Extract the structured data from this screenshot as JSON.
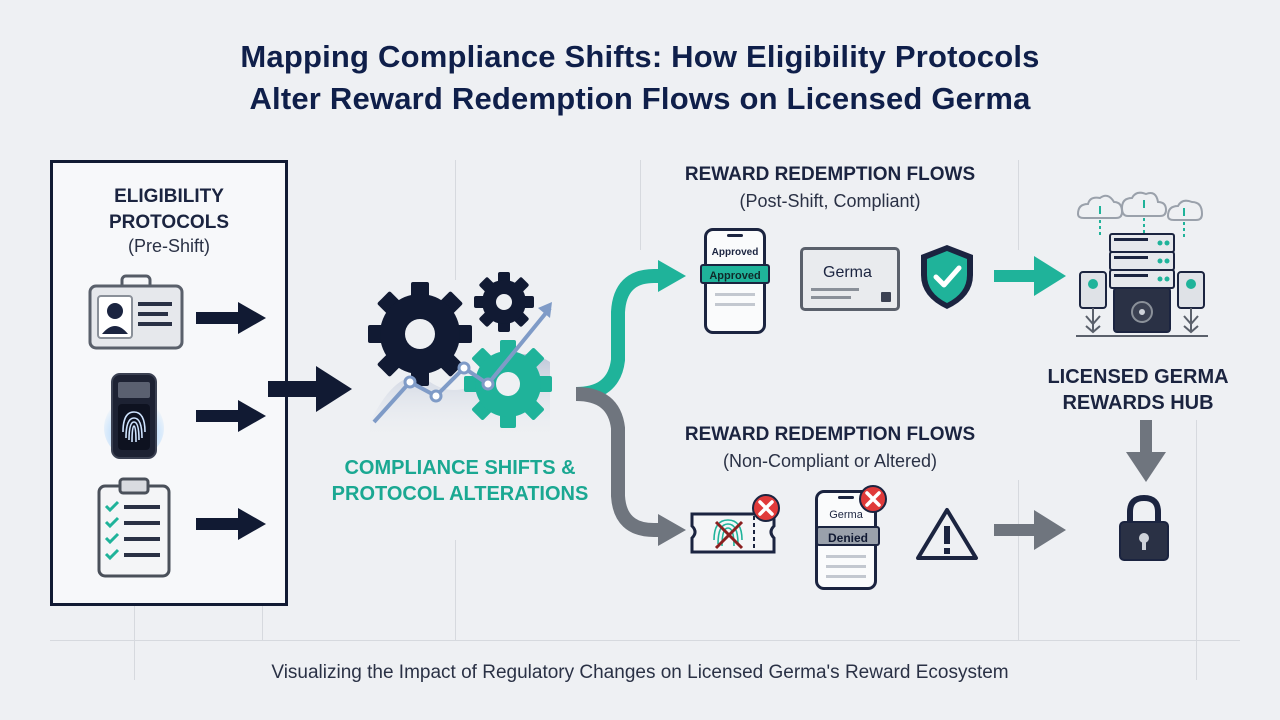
{
  "title": {
    "line1": "Mapping Compliance Shifts: How Eligibility Protocols",
    "line2": "Alter Reward Redemption Flows on Licensed Germa"
  },
  "eligibility": {
    "heading_line1": "ELIGIBILITY",
    "heading_line2": "PROTOCOLS",
    "subheading": "(Pre-Shift)",
    "icons": [
      "id-card-icon",
      "fingerprint-device-icon",
      "checklist-clipboard-icon"
    ]
  },
  "compliance": {
    "line1": "COMPLIANCE SHIFTS &",
    "line2": "PROTOCOL ALTERATIONS"
  },
  "compliant_flow": {
    "heading": "REWARD REDEMPTION FLOWS",
    "subheading": "(Post-Shift, Compliant)",
    "phone_label_top": "Approved",
    "phone_label_button": "Approved",
    "card_label": "Germa"
  },
  "noncompliant_flow": {
    "heading": "REWARD REDEMPTION FLOWS",
    "subheading": "(Non-Compliant or Altered)",
    "phone_label_top": "Germa",
    "phone_label_button": "Denied"
  },
  "hub": {
    "line1": "LICENSED GERMA",
    "line2": "REWARDS HUB"
  },
  "footer": "Visualizing the Impact of Regulatory Changes on Licensed Germa's Reward Ecosystem",
  "colors": {
    "navy": "#111a33",
    "teal": "#1fb39a",
    "grey_arrow": "#6f757e",
    "deny_red": "#e03a3a",
    "background": "#eef0f3"
  }
}
